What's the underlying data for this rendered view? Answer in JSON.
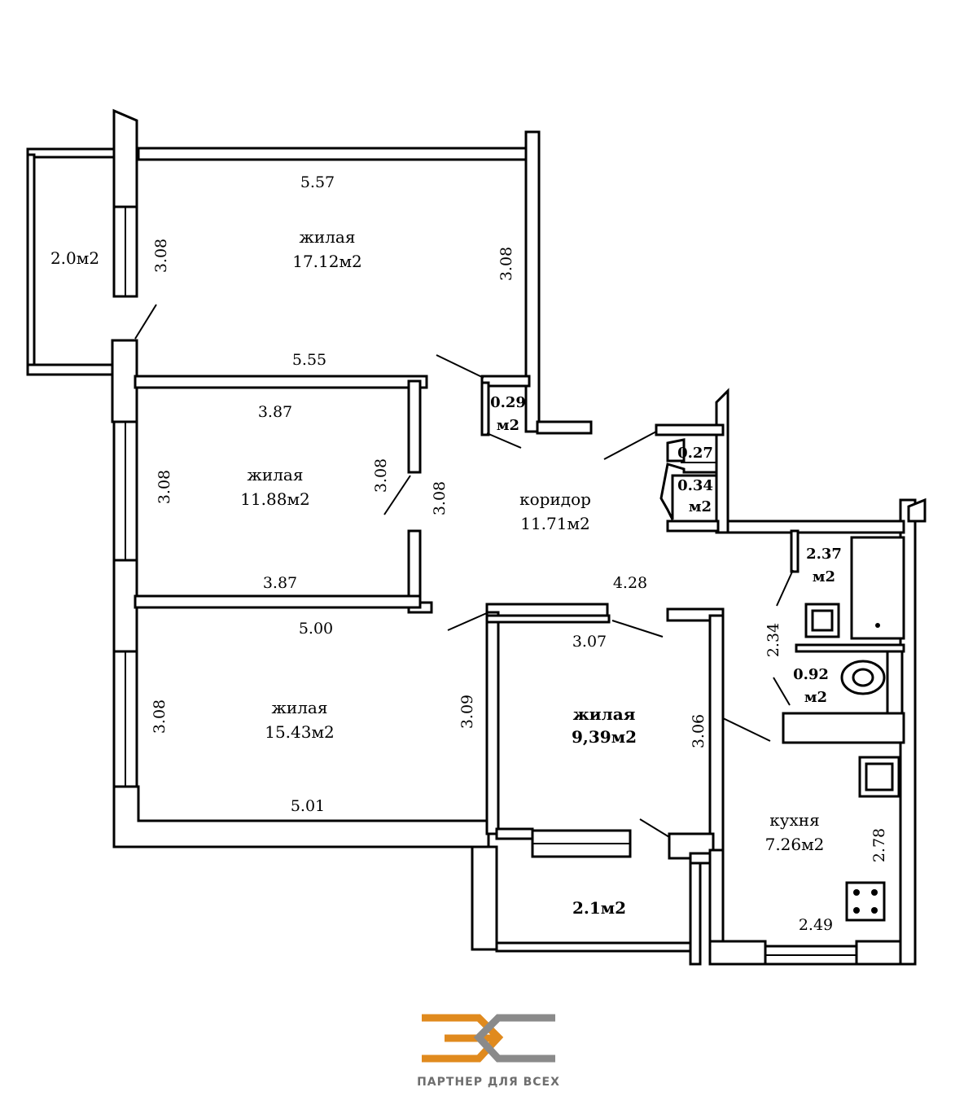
{
  "rooms": {
    "living_1": {
      "name": "жилая",
      "area": "17.12м2"
    },
    "living_2": {
      "name": "жилая",
      "area": "11.88м2"
    },
    "living_3": {
      "name": "жилая",
      "area": "15.43м2"
    },
    "living_4": {
      "name": "жилая",
      "area": "9,39м2"
    },
    "corridor": {
      "name": "коридор",
      "area": "11.71м2"
    },
    "kitchen": {
      "name": "кухня",
      "area": "7.26м2"
    },
    "balcony_1": {
      "area": "2.0м2"
    },
    "balcony_2": {
      "area": "2.1м2"
    },
    "closet_1": {
      "area_value": "0.29",
      "area_unit": "м2"
    },
    "closet_2": {
      "area": "0.27"
    },
    "closet_3": {
      "area_value": "0.34",
      "area_unit": "м2"
    },
    "bathroom": {
      "area_value": "2.37",
      "area_unit": "м2"
    },
    "toilet": {
      "area_value": "0.92",
      "area_unit": "м2"
    }
  },
  "dimensions": {
    "living_1_top": "5.57",
    "living_1_bottom": "5.55",
    "living_1_left": "3.08",
    "living_1_right": "3.08",
    "living_2_top": "3.87",
    "living_2_bottom": "3.87",
    "living_2_left": "3.08",
    "living_2_right": "3.08",
    "corridor_left": "3.08",
    "corridor_width": "4.28",
    "living_3_top": "5.00",
    "living_3_bottom": "5.01",
    "living_3_left": "3.08",
    "living_3_right": "3.09",
    "living_4_top": "3.07",
    "living_4_right": "3.06",
    "bath_left": "2.34",
    "kitchen_right": "2.78",
    "kitchen_bottom": "2.49"
  },
  "logo": {
    "caption": "ПАРТНЕР ДЛЯ ВСЕХ",
    "color_orange": "#e08a1e",
    "color_gray": "#8a8a8a"
  }
}
